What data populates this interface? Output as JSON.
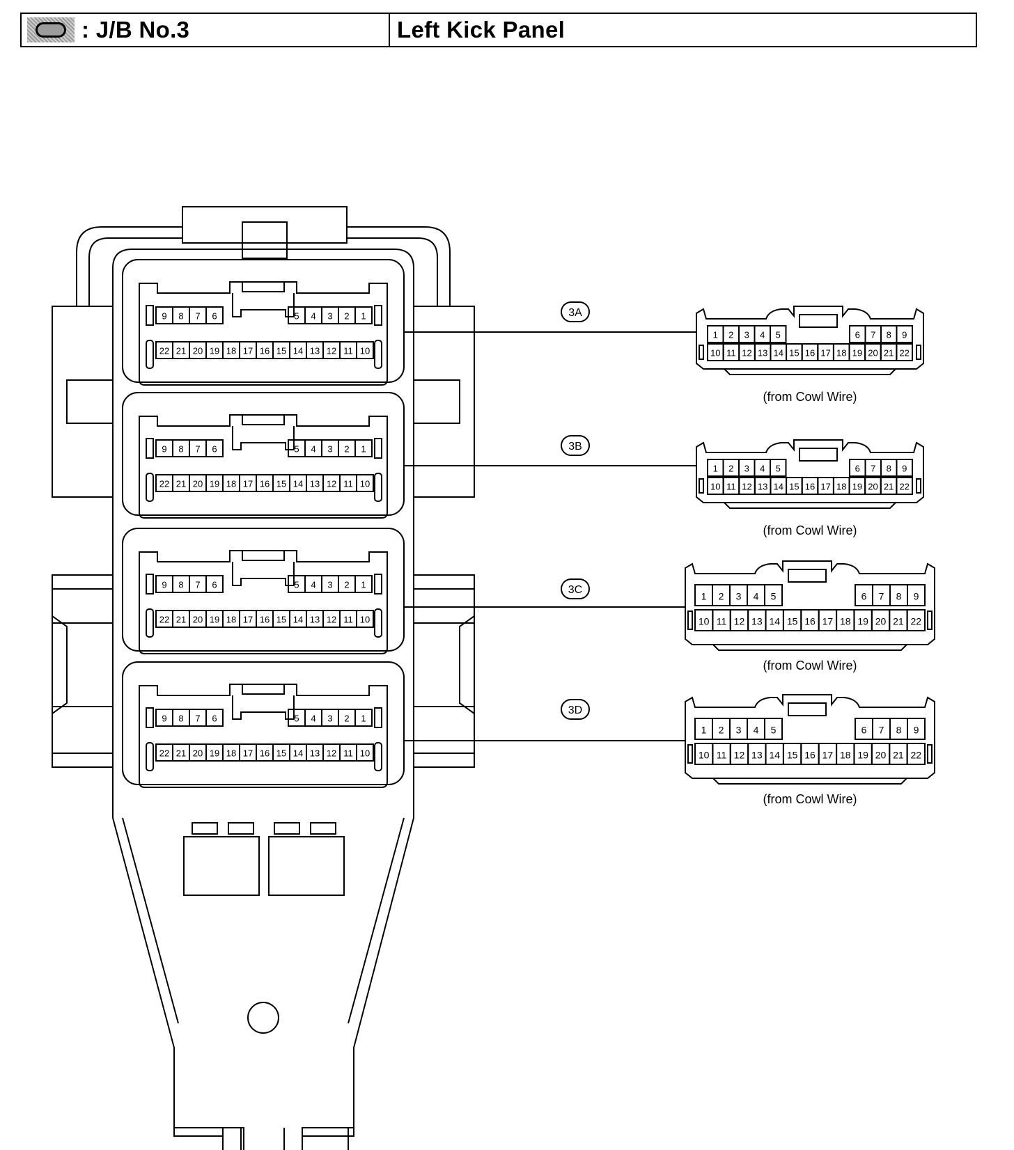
{
  "header": {
    "box_label": ": J/B No.3",
    "location": "Left Kick Panel",
    "icon": "junction-block-icon"
  },
  "pins": {
    "top_left": [
      "9",
      "8",
      "7",
      "6"
    ],
    "top_right": [
      "5",
      "4",
      "3",
      "2",
      "1"
    ],
    "bottom": [
      "22",
      "21",
      "20",
      "19",
      "18",
      "17",
      "16",
      "15",
      "14",
      "13",
      "12",
      "11",
      "10"
    ]
  },
  "connectors": [
    {
      "id": "3A",
      "source": "(from Cowl Wire)",
      "top_left": [
        "1",
        "2",
        "3",
        "4",
        "5"
      ],
      "top_right": [
        "6",
        "7",
        "8",
        "9"
      ],
      "bottom": [
        "10",
        "11",
        "12",
        "13",
        "14",
        "15",
        "16",
        "17",
        "18",
        "19",
        "20",
        "21",
        "22"
      ]
    },
    {
      "id": "3B",
      "source": "(from Cowl Wire)",
      "top_left": [
        "1",
        "2",
        "3",
        "4",
        "5"
      ],
      "top_right": [
        "6",
        "7",
        "8",
        "9"
      ],
      "bottom": [
        "10",
        "11",
        "12",
        "13",
        "14",
        "15",
        "16",
        "17",
        "18",
        "19",
        "20",
        "21",
        "22"
      ]
    },
    {
      "id": "3C",
      "source": "(from Cowl Wire)",
      "top_left": [
        "1",
        "2",
        "3",
        "4",
        "5"
      ],
      "top_right": [
        "6",
        "7",
        "8",
        "9"
      ],
      "bottom": [
        "10",
        "11",
        "12",
        "13",
        "14",
        "15",
        "16",
        "17",
        "18",
        "19",
        "20",
        "21",
        "22"
      ]
    },
    {
      "id": "3D",
      "source": "(from Cowl Wire)",
      "top_left": [
        "1",
        "2",
        "3",
        "4",
        "5"
      ],
      "top_right": [
        "6",
        "7",
        "8",
        "9"
      ],
      "bottom": [
        "10",
        "11",
        "12",
        "13",
        "14",
        "15",
        "16",
        "17",
        "18",
        "19",
        "20",
        "21",
        "22"
      ]
    }
  ]
}
